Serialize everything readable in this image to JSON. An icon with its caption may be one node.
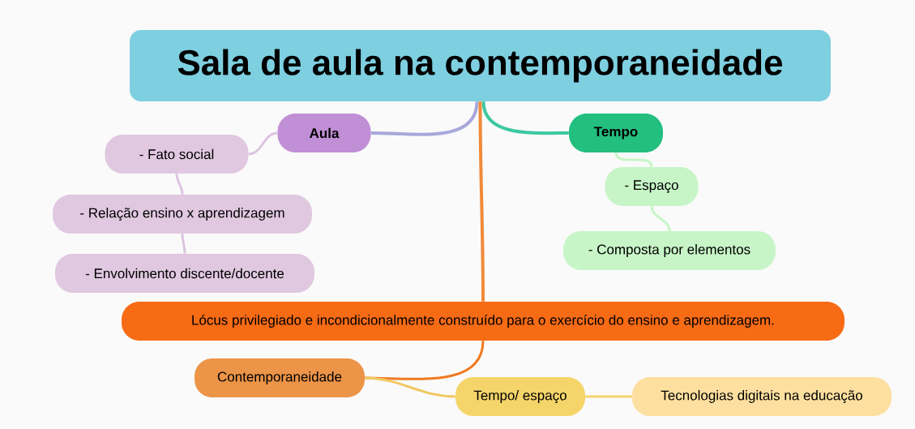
{
  "diagram": {
    "title": "Sala de aula na contemporaneidade",
    "nodes": [
      {
        "text": [
          "Aula"
        ]
      },
      {
        "text": [
          "- Fato social"
        ]
      },
      {
        "text": [
          "- Relação ensino x aprendizagem"
        ]
      },
      {
        "text": [
          "- Envolvimento discente/docente"
        ]
      },
      {
        "text": [
          "Tempo"
        ]
      },
      {
        "text": [
          "- Espaço"
        ]
      },
      {
        "text": [
          "- Composta por elementos"
        ]
      },
      {
        "text": [
          "Lócus privilegiado e incondicionalmente construído para o exercício do ensino e aprendizagem."
        ]
      },
      {
        "text": [
          "Contemporaneidade"
        ]
      },
      {
        "text": [
          "Tempo/ espaço"
        ]
      },
      {
        "text": [
          "Tecnologias digitais na educação"
        ]
      }
    ],
    "edges": [
      {
        "from": null,
        "to": 0,
        "arrow": "none",
        "color": "#a8a8dc"
      },
      {
        "from": 0,
        "to": 1,
        "arrow": "none",
        "color": "#dcc4e0"
      },
      {
        "from": 1,
        "to": 2,
        "arrow": "none",
        "color": "#dcc4e0"
      },
      {
        "from": 2,
        "to": 3,
        "arrow": "none",
        "color": "#dcc4e0"
      },
      {
        "from": null,
        "to": 4,
        "arrow": "none",
        "color": "#3cc8a0"
      },
      {
        "from": 4,
        "to": 5,
        "arrow": "none",
        "color": "#c8f5c8"
      },
      {
        "from": 5,
        "to": 6,
        "arrow": "none",
        "color": "#c8f5c8"
      },
      {
        "from": null,
        "to": 7,
        "arrow": "none",
        "color": "#f08a3a"
      },
      {
        "from": 7,
        "to": 8,
        "arrow": "none",
        "color": "#f07a20"
      },
      {
        "from": 8,
        "to": 9,
        "arrow": "none",
        "color": "#f2c860"
      },
      {
        "from": 9,
        "to": 10,
        "arrow": "none",
        "color": "#f5d56a"
      }
    ]
  }
}
